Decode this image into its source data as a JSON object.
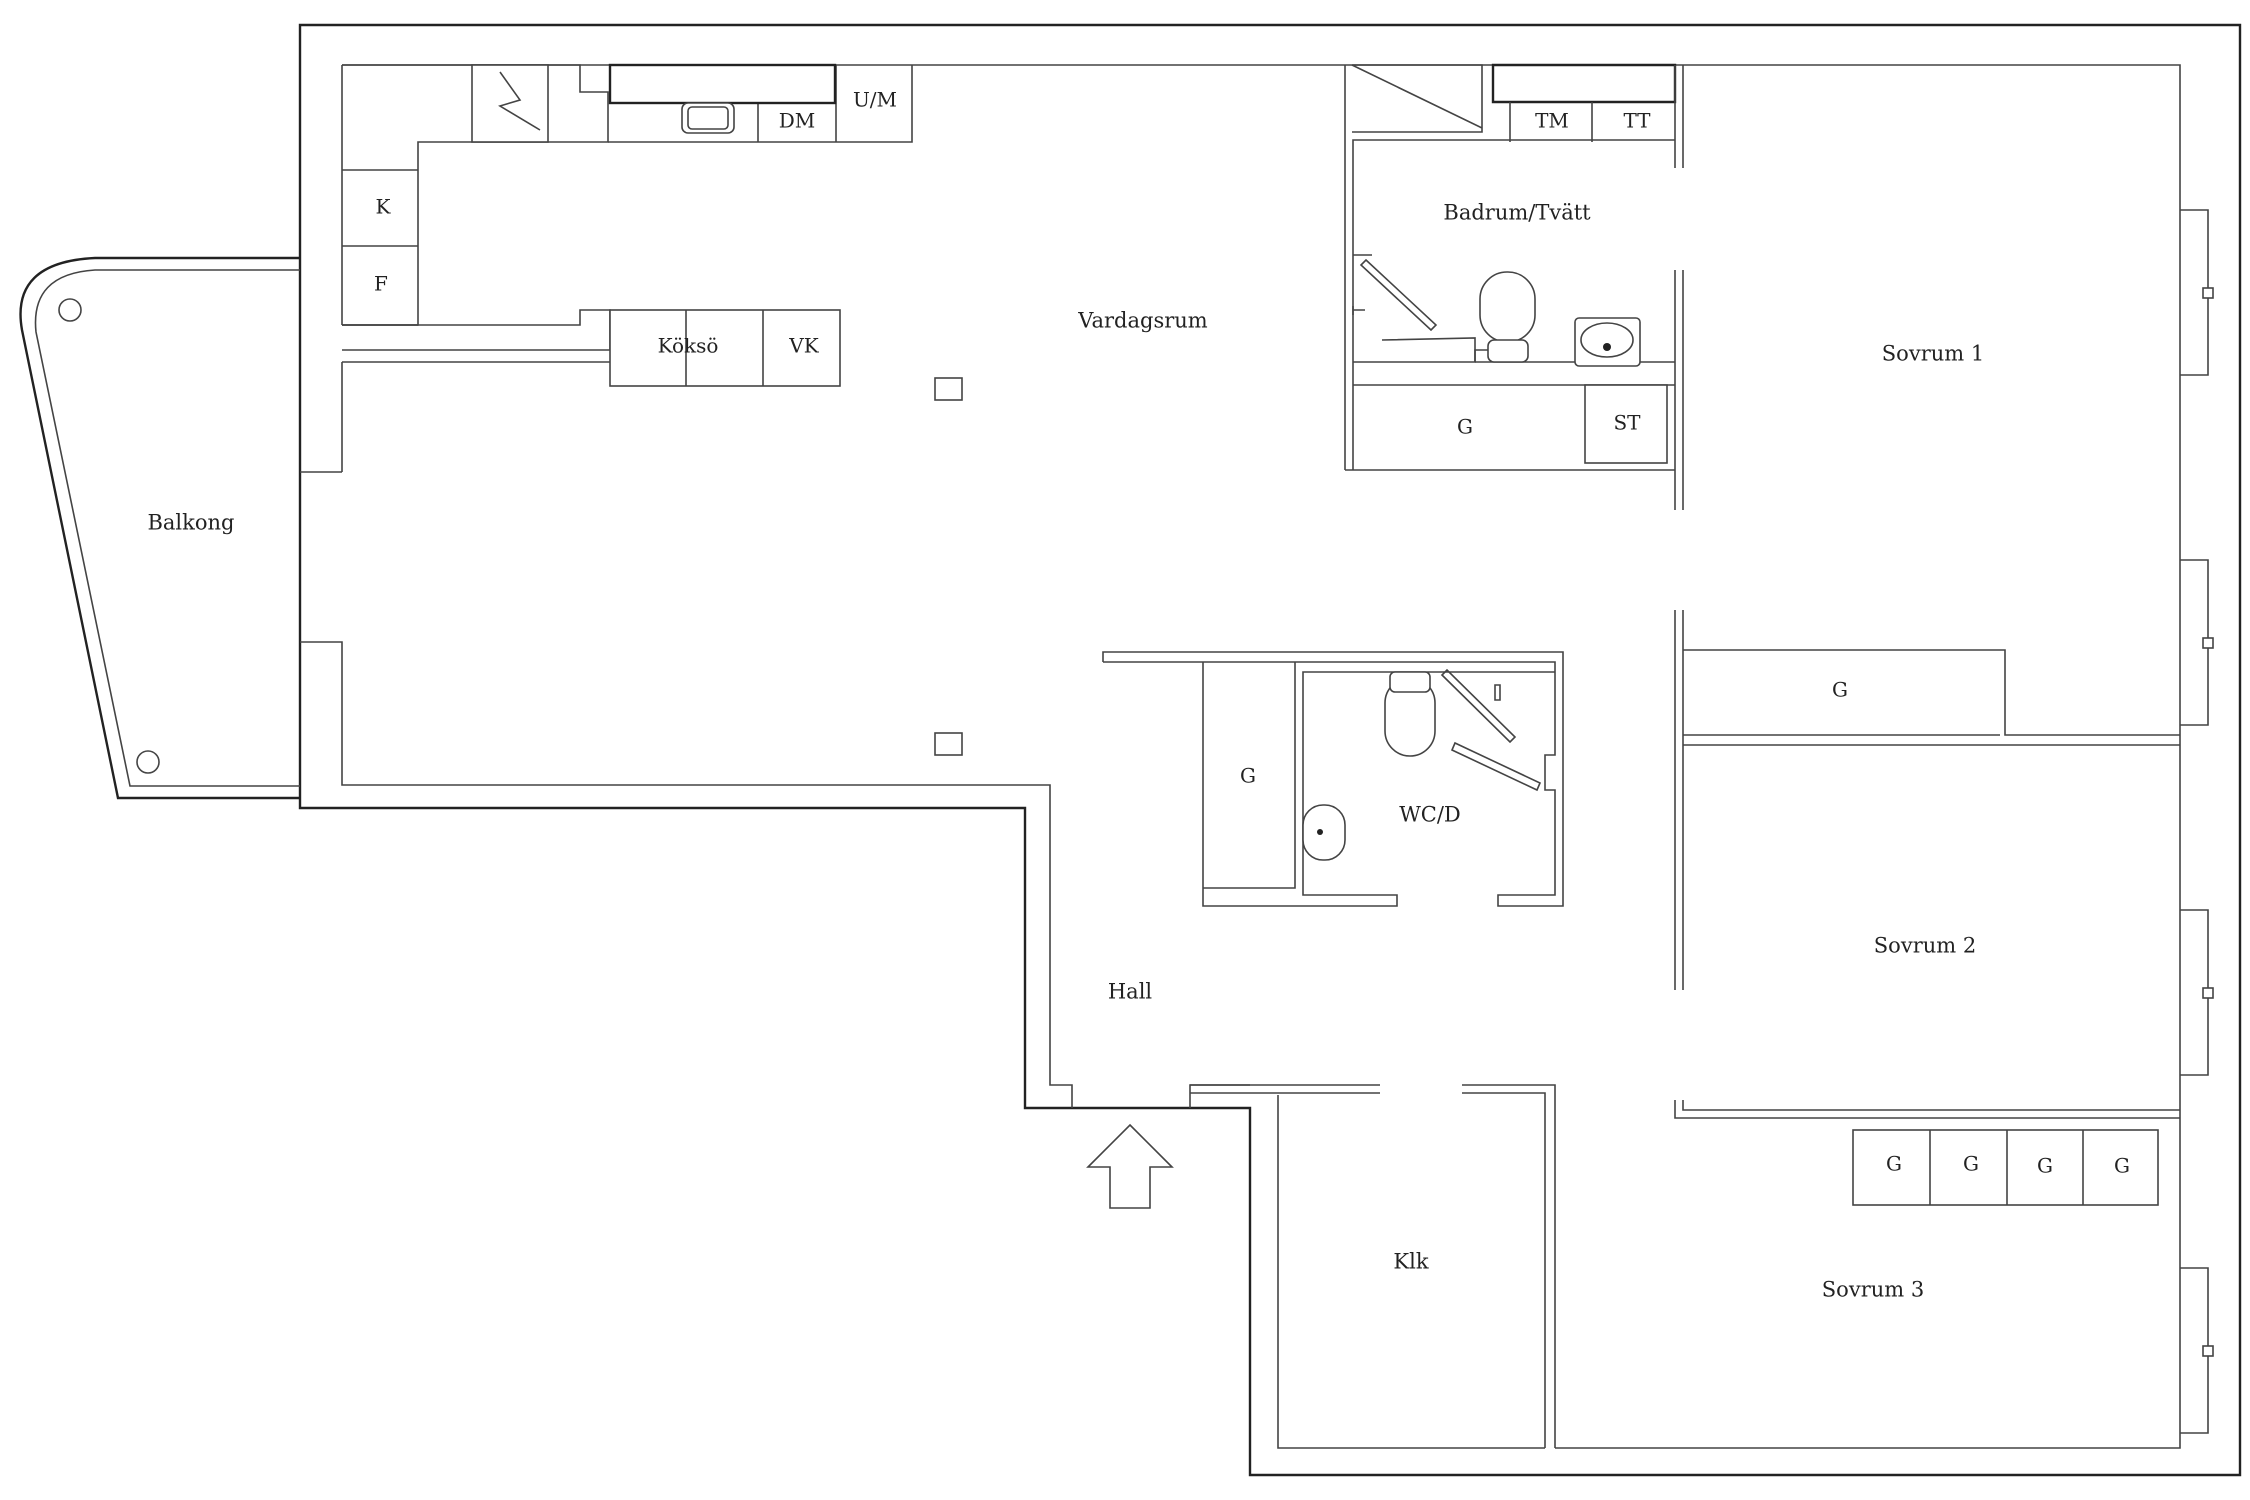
{
  "rooms": {
    "balkong": "Balkong",
    "vardagsrum": "Vardagsrum",
    "badrum": "Badrum/Tvätt",
    "sovrum1": "Sovrum 1",
    "sovrum2": "Sovrum 2",
    "sovrum3": "Sovrum 3",
    "wc": "WC/D",
    "hall": "Hall",
    "klk": "Klk"
  },
  "fixtures": {
    "um": "U/M",
    "dm": "DM",
    "k": "K",
    "f": "F",
    "kokso": "Köksö",
    "vk": "VK",
    "tm": "TM",
    "tt": "TT",
    "g_badrum": "G",
    "st": "ST",
    "g_sovrum1": "G",
    "g_hall": "G",
    "g_sovrum3_1": "G",
    "g_sovrum3_2": "G",
    "g_sovrum3_3": "G",
    "g_sovrum3_4": "G"
  },
  "colors": {
    "line": "#222222",
    "background": "#ffffff"
  }
}
